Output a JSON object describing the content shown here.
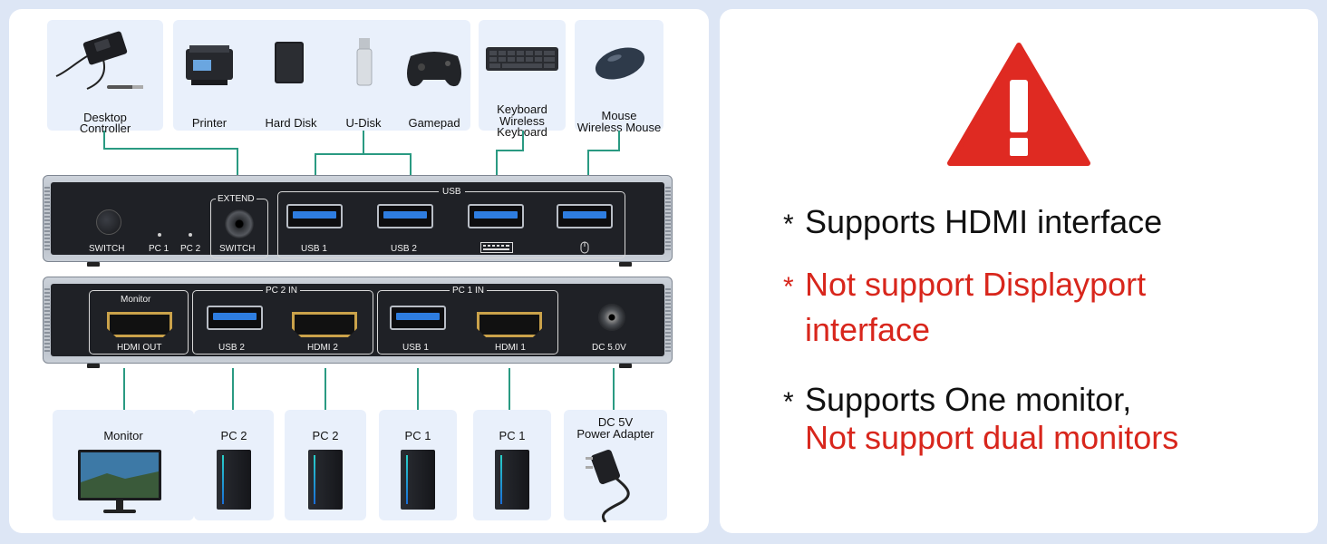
{
  "accessories": {
    "desktop_controller": "Desktop\nController",
    "printer": "Printer",
    "hard_disk": "Hard Disk",
    "u_disk": "U-Disk",
    "gamepad": "Gamepad",
    "keyboard": "Keyboard\nWireless\nKeyboard",
    "mouse": "Mouse\nWireless Mouse"
  },
  "front_panel": {
    "usb_header": "USB",
    "switch": "SWITCH",
    "pc1": "PC 1",
    "pc2": "PC 2",
    "extend": "EXTEND",
    "extend_switch": "SWITCH",
    "usb1": "USB 1",
    "usb2": "USB 2"
  },
  "back_panel": {
    "monitor": "Monitor",
    "hdmi_out": "HDMI OUT",
    "pc2_in": "PC 2 IN",
    "usb2": "USB 2",
    "hdmi2": "HDMI 2",
    "pc1_in": "PC 1 IN",
    "usb1": "USB 1",
    "hdmi1": "HDMI 1",
    "dc": "DC 5.0V"
  },
  "connections": {
    "monitor": "Monitor",
    "pc2_a": "PC 2",
    "pc2_b": "PC 2",
    "pc1_a": "PC 1",
    "pc1_b": "PC 1",
    "power": "DC 5V\nPower Adapter"
  },
  "notes": {
    "star": "*",
    "line1": "Supports HDMI interface",
    "line2a": "Not support Displayport",
    "line2b": "interface",
    "line3a": "Supports One monitor,",
    "line3b": "Not support dual monitors"
  },
  "colors": {
    "black_text": "#111111",
    "warning_red": "#d8261c",
    "line_teal": "#2a9a82"
  },
  "icons": [
    "warning-triangle-icon",
    "keyboard-icon",
    "mouse-icon"
  ]
}
